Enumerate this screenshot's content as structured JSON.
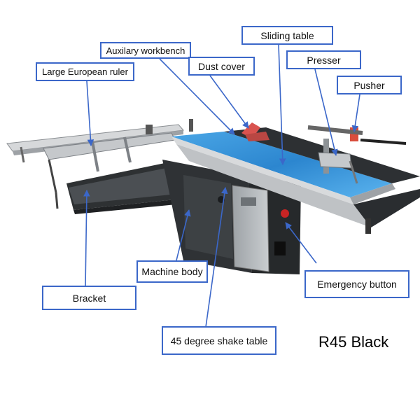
{
  "labels": {
    "sliding_table": "Sliding table",
    "auxiliary_workbench": "Auxilary workbench",
    "large_european_ruler": "Large European ruler",
    "dust_cover": "Dust cover",
    "presser": "Presser",
    "pusher": "Pusher",
    "machine_body": "Machine body",
    "bracket": "Bracket",
    "emergency_button": "Emergency button",
    "shake_table": "45 degree shake table"
  },
  "model_name": "R45 Black",
  "colors": {
    "label_border": "#3b67c9",
    "arrow": "#3b67c9",
    "table_top": "#2f8fd4",
    "machine_body": "#3a3d40",
    "rail": "#c9cbcf"
  }
}
